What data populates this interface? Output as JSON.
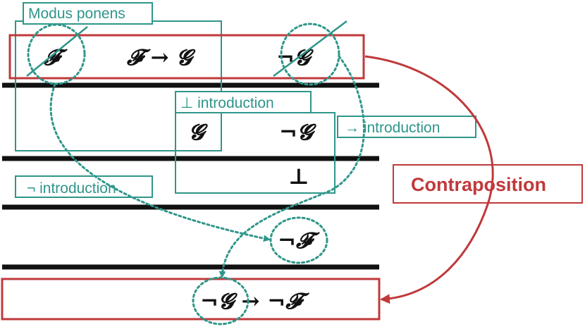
{
  "labels": {
    "modus_ponens": "Modus ponens",
    "bot_intro": "⊥ introduction",
    "imp_intro": "→ introduction",
    "neg_intro": "¬ introduction",
    "contraposition": "Contraposition"
  },
  "formulas": {
    "premise_f": "𝓕",
    "premise_f_to_g": "𝓕 → 𝓖",
    "premise_not_g": "¬𝓖",
    "derived_g": "𝓖",
    "assumed_not_g": "¬𝓖",
    "bottom": "⊥",
    "derived_not_f": "¬𝓕",
    "conclusion": "¬𝓖 → ¬𝓕"
  },
  "colors": {
    "teal": "#2e968a",
    "red": "#c0393b",
    "rule": "#111111"
  }
}
